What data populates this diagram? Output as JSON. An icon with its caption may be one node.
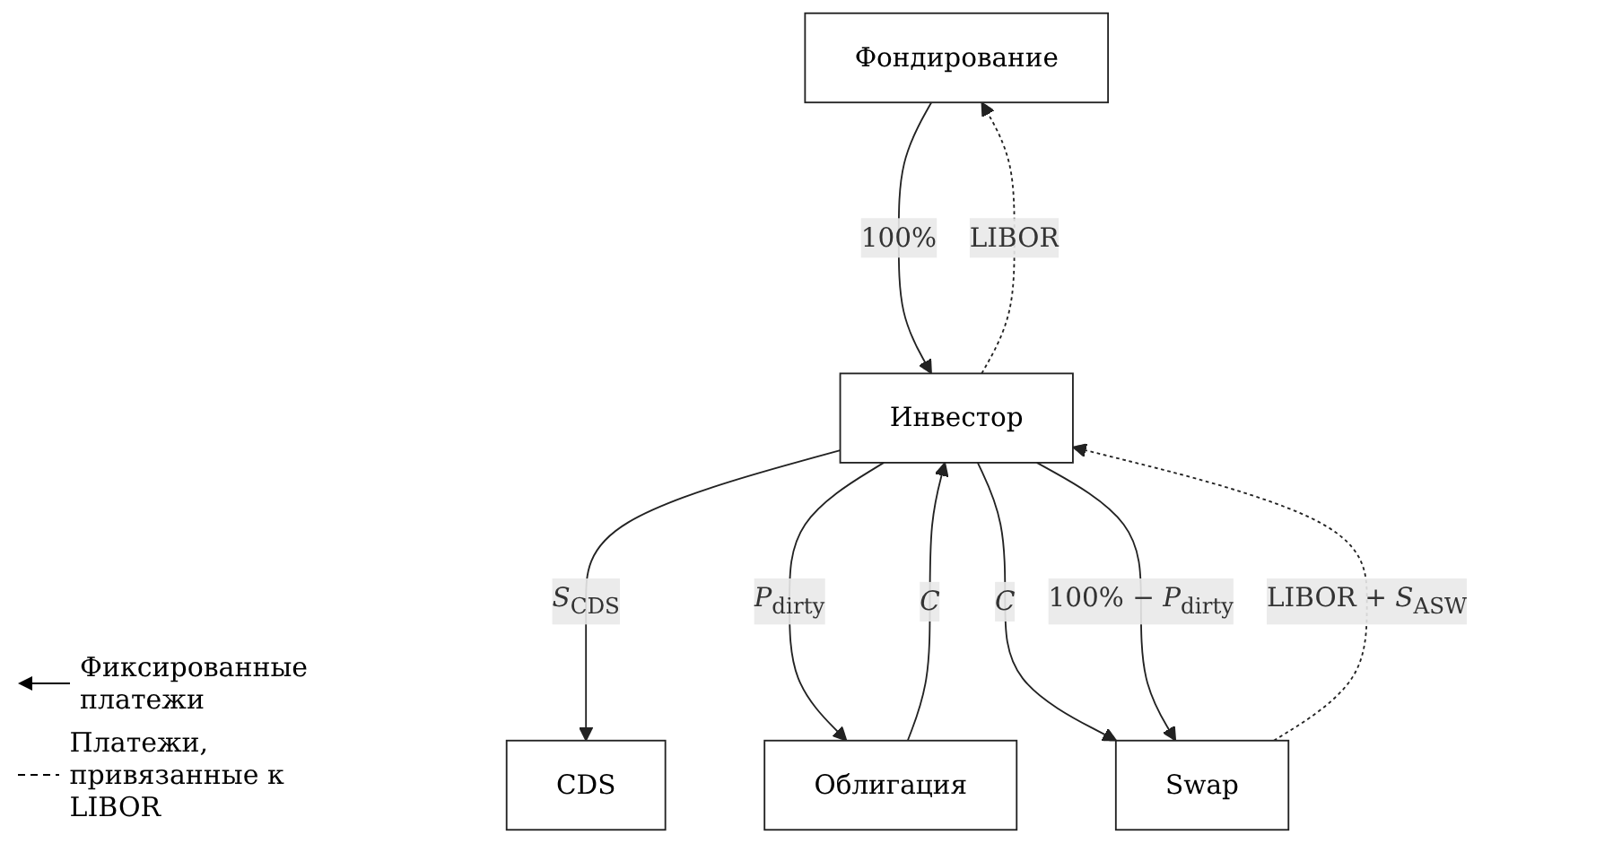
{
  "diagram": {
    "nodes": [
      {
        "text": [
          "Фондирование"
        ]
      },
      {
        "text": [
          "CDS"
        ]
      },
      {
        "text": [
          "Инвестор"
        ]
      },
      {
        "text": [
          "Облигация"
        ]
      },
      {
        "text": [
          "Swap"
        ]
      }
    ],
    "edges": [
      {
        "from": 2,
        "to": 0,
        "arrow": "to",
        "label": "LIBOR",
        "style": "dashed"
      },
      {
        "from": 0,
        "to": 2,
        "arrow": "to",
        "label": "100%"
      },
      {
        "from": 3,
        "to": 2,
        "arrow": "to",
        "label": "*C*"
      },
      {
        "from": 2,
        "to": 1,
        "arrow": "to",
        "label": "*S*$_{CDS}$"
      },
      {
        "from": 2,
        "to": 3,
        "arrow": "to",
        "label": "*P*$_{dirty}$"
      },
      {
        "from": 2,
        "to": 4,
        "arrow": "to",
        "label": "*C*"
      },
      {
        "from": 2,
        "to": 4,
        "arrow": "to",
        "label": "100% − *P*$_{dirty}$"
      },
      {
        "from": 4,
        "to": 2,
        "arrow": "to",
        "label": "LIBOR + *S*$_{ASW}$",
        "style": "dashed"
      }
    ],
    "legend": [
      {
        "text": "Фиксированные платежи"
      },
      {
        "text": "Платежи, привязанные к LIBOR"
      }
    ]
  }
}
